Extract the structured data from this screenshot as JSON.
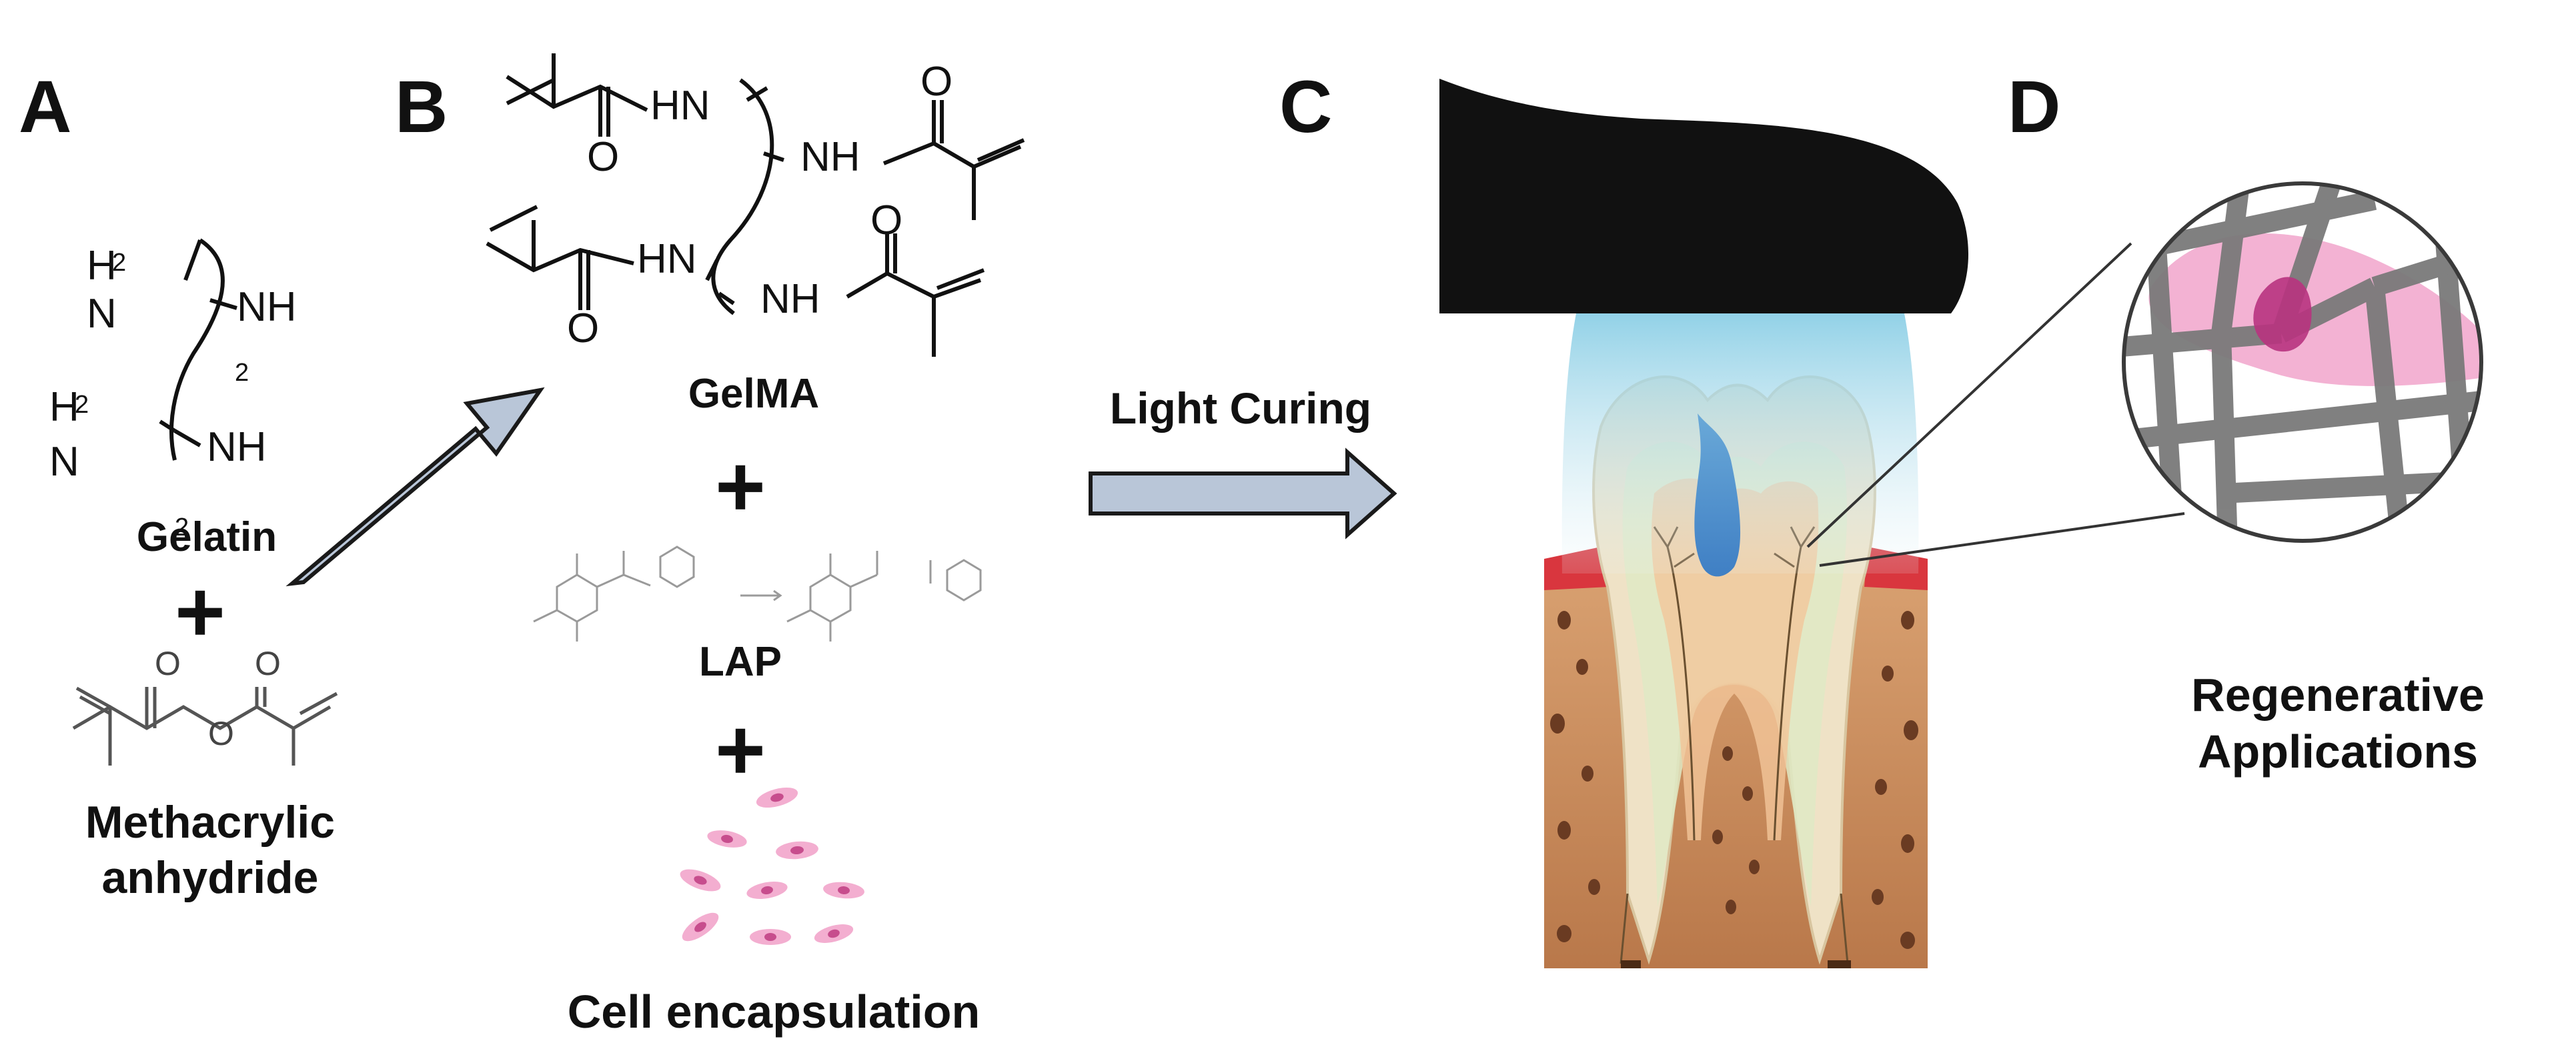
{
  "panels": {
    "a": "A",
    "b": "B",
    "c": "C",
    "d": "D"
  },
  "labels": {
    "gelatin": "Gelatin",
    "methacrylic_anhydride": "Methacrylic anhydride",
    "gelma": "GelMA",
    "lap": "LAP",
    "cell_encapsulation": "Cell encapsulation",
    "light_curing": "Light Curing",
    "regenerative_applications": "Regenerative Applications"
  },
  "symbols": {
    "plus": "+"
  },
  "chem_text": {
    "h2": "H",
    "sub2": "2",
    "n": "N",
    "nh": "NH",
    "hn": "HN",
    "o": "O"
  },
  "colors": {
    "arrow_fill": "#b9c6d8",
    "arrow_stroke": "#1a1a1a",
    "lamp": "#111111",
    "light_blue": "#a9d8ea",
    "cell_pink": "#ef9cc6",
    "nucleus": "#b8337f",
    "scaffold_gray": "#7a7a7a",
    "bone": "#c78a5c",
    "gingiva": "#d9363e"
  }
}
